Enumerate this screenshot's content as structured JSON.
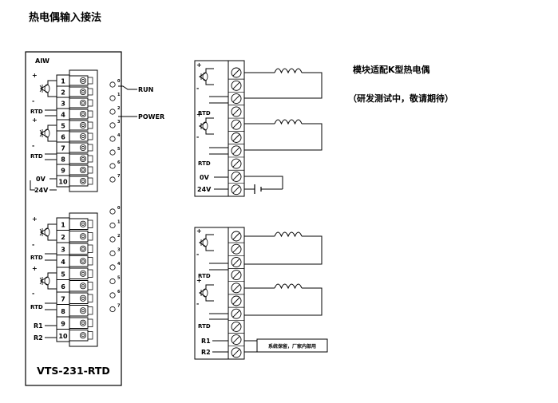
{
  "page": {
    "title": "热电偶输入接法",
    "note_line1": "模块适配K型热电偶",
    "note_line2": "（研发测试中，敬请期待）"
  },
  "module": {
    "brand": "AIW",
    "model": "VTS-231-RTD",
    "group1": {
      "terminals": [
        "1",
        "2",
        "3",
        "4",
        "5",
        "6",
        "7",
        "8",
        "9",
        "10"
      ],
      "label_rtd_a": "RTD",
      "label_rtd_b": "RTD",
      "label_0v": "0V",
      "label_24v": "24V",
      "leds": [
        "0",
        "1",
        "2",
        "3",
        "4",
        "5",
        "6",
        "7"
      ]
    },
    "group2": {
      "terminals": [
        "1",
        "2",
        "3",
        "4",
        "5",
        "6",
        "7",
        "8",
        "9",
        "10"
      ],
      "label_rtd_a": "RTD",
      "label_rtd_b": "RTD",
      "label_r1": "R1",
      "label_r2": "R2",
      "leds": [
        "0",
        "1",
        "2",
        "3",
        "4",
        "5",
        "6",
        "7"
      ]
    },
    "status_run": "RUN",
    "status_power": "POWER"
  },
  "wiring_top": {
    "label_rtd_a": "RTD",
    "label_rtd_b": "RTD",
    "label_0v": "0V",
    "label_24v": "24V"
  },
  "wiring_bottom": {
    "label_rtd_a": "RTD",
    "label_rtd_b": "RTD",
    "label_r1": "R1",
    "label_r2": "R2",
    "reserved_box": "系统保留，厂家内部用"
  },
  "colors": {
    "line": "#000000",
    "background": "#ffffff"
  }
}
